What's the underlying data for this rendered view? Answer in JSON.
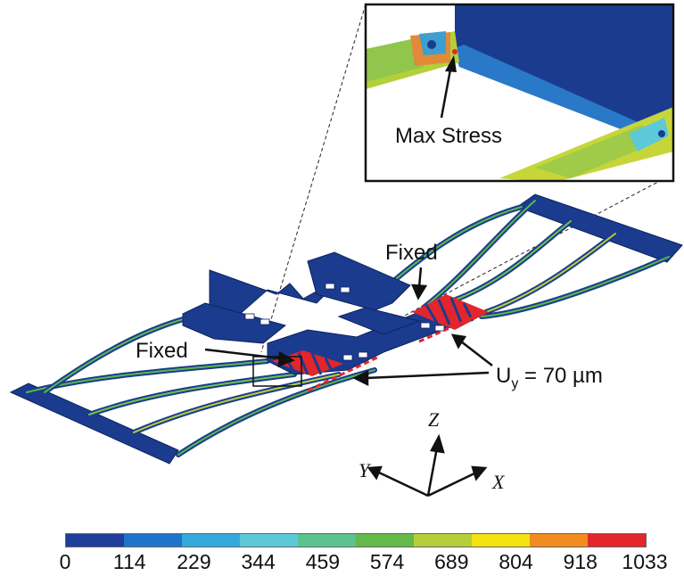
{
  "annotations": {
    "max_stress": "Max Stress",
    "fixed_right": "Fixed",
    "fixed_left": "Fixed",
    "uy_prefix": "U",
    "uy_sub": "y",
    "uy_value": " = 70 µm"
  },
  "axes_triad": {
    "z": "Z",
    "y": "Y",
    "x": "X"
  },
  "colorbar": {
    "ticks": [
      "0",
      "114",
      "229",
      "344",
      "459",
      "574",
      "689",
      "804",
      "918",
      "1033"
    ],
    "colors": [
      "#1f3f9b",
      "#1f73c9",
      "#34a9dd",
      "#5cc9d8",
      "#5cc28f",
      "#63b94a",
      "#b5cf3a",
      "#f4e20f",
      "#f28c1e",
      "#e3262b"
    ]
  },
  "colors": {
    "structure": "#1b3b8f",
    "fixed_marker": "#e3262b",
    "beam_mid": "#6dbf4b"
  }
}
